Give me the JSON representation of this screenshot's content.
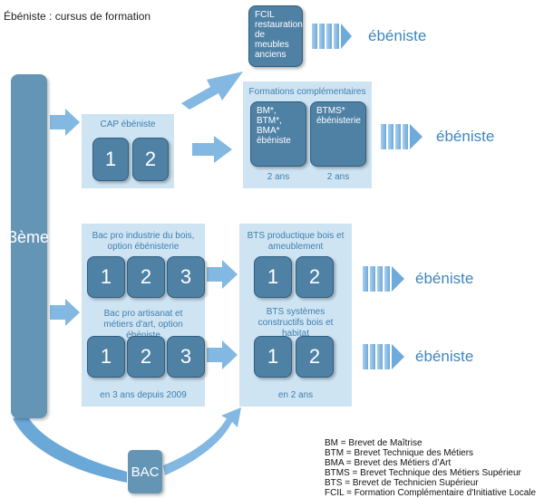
{
  "title": "Ébéniste : cursus de formation",
  "start_level": "3ème",
  "bac": "BAC",
  "outcome": "ébéniste",
  "cap": {
    "label": "CAP ébéniste",
    "years": [
      "1",
      "2"
    ]
  },
  "fcil": {
    "text": "FCIL restauration de meubles anciens"
  },
  "formations_complementaires": {
    "label": "Formations complémentaires",
    "box1": "BM*, BTM*, BMA* ébéniste",
    "box2": "BTMS* ébénisterie",
    "duration1": "2 ans",
    "duration2": "2 ans"
  },
  "bac_pro": {
    "label1": "Bac pro industrie du bois, option ébénisterie",
    "years1": [
      "1",
      "2",
      "3"
    ],
    "label2": "Bac pro artisanat et métiers d'art, option ébéniste",
    "years2": [
      "1",
      "2",
      "3"
    ],
    "footer": "en 3 ans depuis 2009"
  },
  "bts": {
    "label1": "BTS productique bois et ameublement",
    "years1": [
      "1",
      "2"
    ],
    "label2": "BTS systèmes constructifs bois et habitat",
    "years2": [
      "1",
      "2"
    ],
    "footer": "en 2 ans"
  },
  "legend": [
    "BM = Brevet de Maîtrise",
    "BTM = Brevet Technique des Métiers",
    "BMA = Brevet des Métiers d’Art",
    "BTMS = Brevet Technique des Métiers Supérieur",
    "BTS = Brevet de Technicien Supérieur",
    "FCIL = Formation Complémentaire d'Initiative Locale"
  ],
  "colors": {
    "panel": "#cfe4f3",
    "box": "#4f81a5",
    "column": "#6595b5",
    "arrow": "#7fb5de",
    "text_accent": "#3f86bd"
  }
}
